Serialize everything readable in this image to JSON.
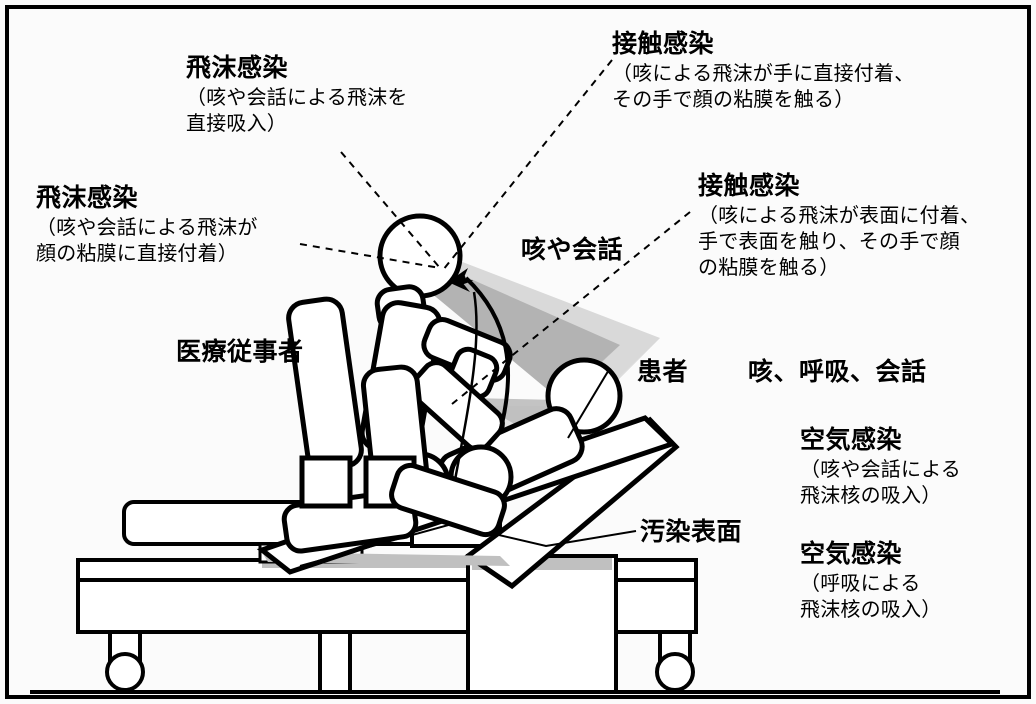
{
  "diagram": {
    "title_alt": "感染経路の模式図",
    "frame_color": "#000000",
    "background_color": "#fbfbfb",
    "ink_color": "#000000",
    "plume_color_dark": "#b3b3b3",
    "plume_color_light": "#d9d9d9",
    "surface_shadow_color": "#c0c0c0"
  },
  "labels": {
    "droplet_inhale": {
      "heading": "飛沫感染",
      "line1": "（咳や会話による飛沫を",
      "line2": "直接吸入）"
    },
    "contact_hand": {
      "heading": "接触感染",
      "line1": "（咳による飛沫が手に直接付着、",
      "line2": "その手で顔の粘膜を触る）"
    },
    "droplet_mucous": {
      "heading": "飛沫感染",
      "line1": "（咳や会話による飛沫が",
      "line2": "顔の粘膜に直接付着）"
    },
    "contact_surface": {
      "heading": "接触感染",
      "line1": "（咳による飛沫が表面に付着、",
      "line2": "手で表面を触り、その手で顔",
      "line3": "の粘膜を触る）"
    },
    "airborne_cough": {
      "heading": "空気感染",
      "line1": "（咳や会話による",
      "line2": "飛沫核の吸入）"
    },
    "airborne_breath": {
      "heading": "空気感染",
      "line1": "（呼吸による",
      "line2": "飛沫核の吸入）"
    },
    "healthcare_worker": "医療従事者",
    "patient": "患者",
    "cough_or_talk": "咳や会話",
    "cough_breath_talk": "咳、呼吸、会話",
    "contaminated_surface": "汚染表面"
  }
}
